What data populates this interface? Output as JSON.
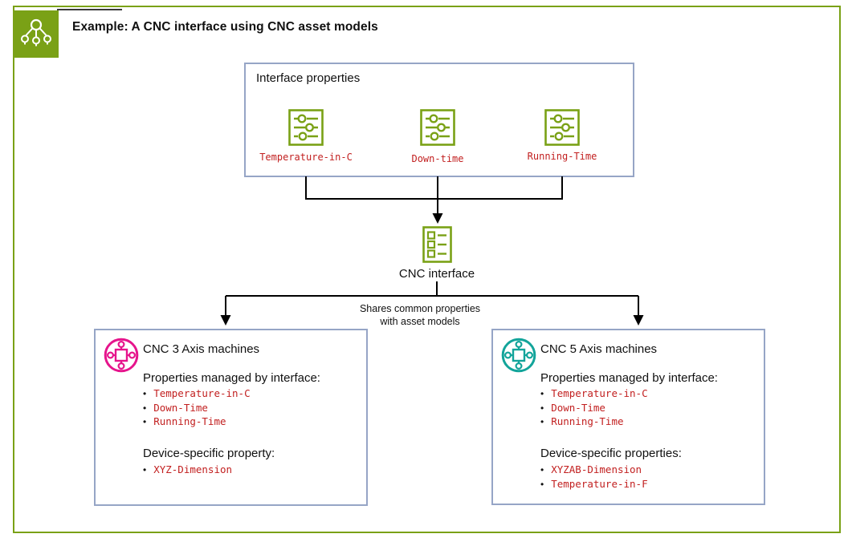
{
  "colors": {
    "green": "#7aa116",
    "red": "#c22020",
    "pink": "#e6148c",
    "teal": "#12a49a",
    "boxborder": "#96a5c6"
  },
  "header": {
    "title": "Example: A CNC interface using CNC asset models",
    "badge_icon": "asset-hierarchy-icon"
  },
  "interface_box": {
    "label": "Interface properties",
    "properties": [
      {
        "name": "Temperature-in-C",
        "icon": "sliders-icon"
      },
      {
        "name": "Down-time",
        "icon": "sliders-icon"
      },
      {
        "name": "Running-Time",
        "icon": "sliders-icon"
      }
    ]
  },
  "interface_node": {
    "label": "CNC interface",
    "icon": "checklist-icon"
  },
  "connector_note": {
    "line1": "Shares common properties",
    "line2": "with asset models"
  },
  "asset_models": [
    {
      "title": "CNC 3 Axis machines",
      "icon": "asset-model-icon",
      "icon_color": "#e6148c",
      "managed_heading": "Properties managed by interface:",
      "managed_properties": [
        "Temperature-in-C",
        "Down-Time",
        "Running-Time"
      ],
      "specific_heading": "Device-specific property:",
      "specific_properties": [
        "XYZ-Dimension"
      ]
    },
    {
      "title": "CNC 5 Axis machines",
      "icon": "asset-model-icon",
      "icon_color": "#12a49a",
      "managed_heading": "Properties managed by interface:",
      "managed_properties": [
        "Temperature-in-C",
        "Down-Time",
        "Running-Time"
      ],
      "specific_heading": "Device-specific properties:",
      "specific_properties": [
        "XYZAB-Dimension",
        "Temperature-in-F"
      ]
    }
  ]
}
